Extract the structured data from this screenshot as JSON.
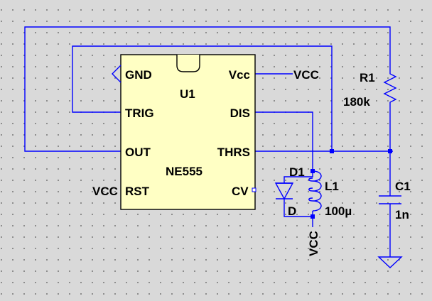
{
  "chip": {
    "ref": "U1",
    "part": "NE555",
    "pins": {
      "gnd": "GND",
      "vcc": "Vcc",
      "trig": "TRIG",
      "dis": "DIS",
      "out": "OUT",
      "thrs": "THRS",
      "rst": "RST",
      "cv": "CV"
    }
  },
  "nets": {
    "vcc_top": "VCC",
    "vcc_rst": "VCC",
    "vcc_bottom": "VCC"
  },
  "resistor": {
    "ref": "R1",
    "value": "180k"
  },
  "capacitor": {
    "ref": "C1",
    "value": "1n"
  },
  "inductor": {
    "ref": "L1",
    "value": "100µ"
  },
  "diode": {
    "ref": "D1",
    "value": "D"
  },
  "colors": {
    "wire": "#0000ff",
    "chip_fill": "#ffffc4",
    "background": "#d9d9d9"
  },
  "icons": [
    "ground-icon",
    "resistor-icon",
    "capacitor-icon",
    "inductor-icon",
    "diode-icon"
  ]
}
